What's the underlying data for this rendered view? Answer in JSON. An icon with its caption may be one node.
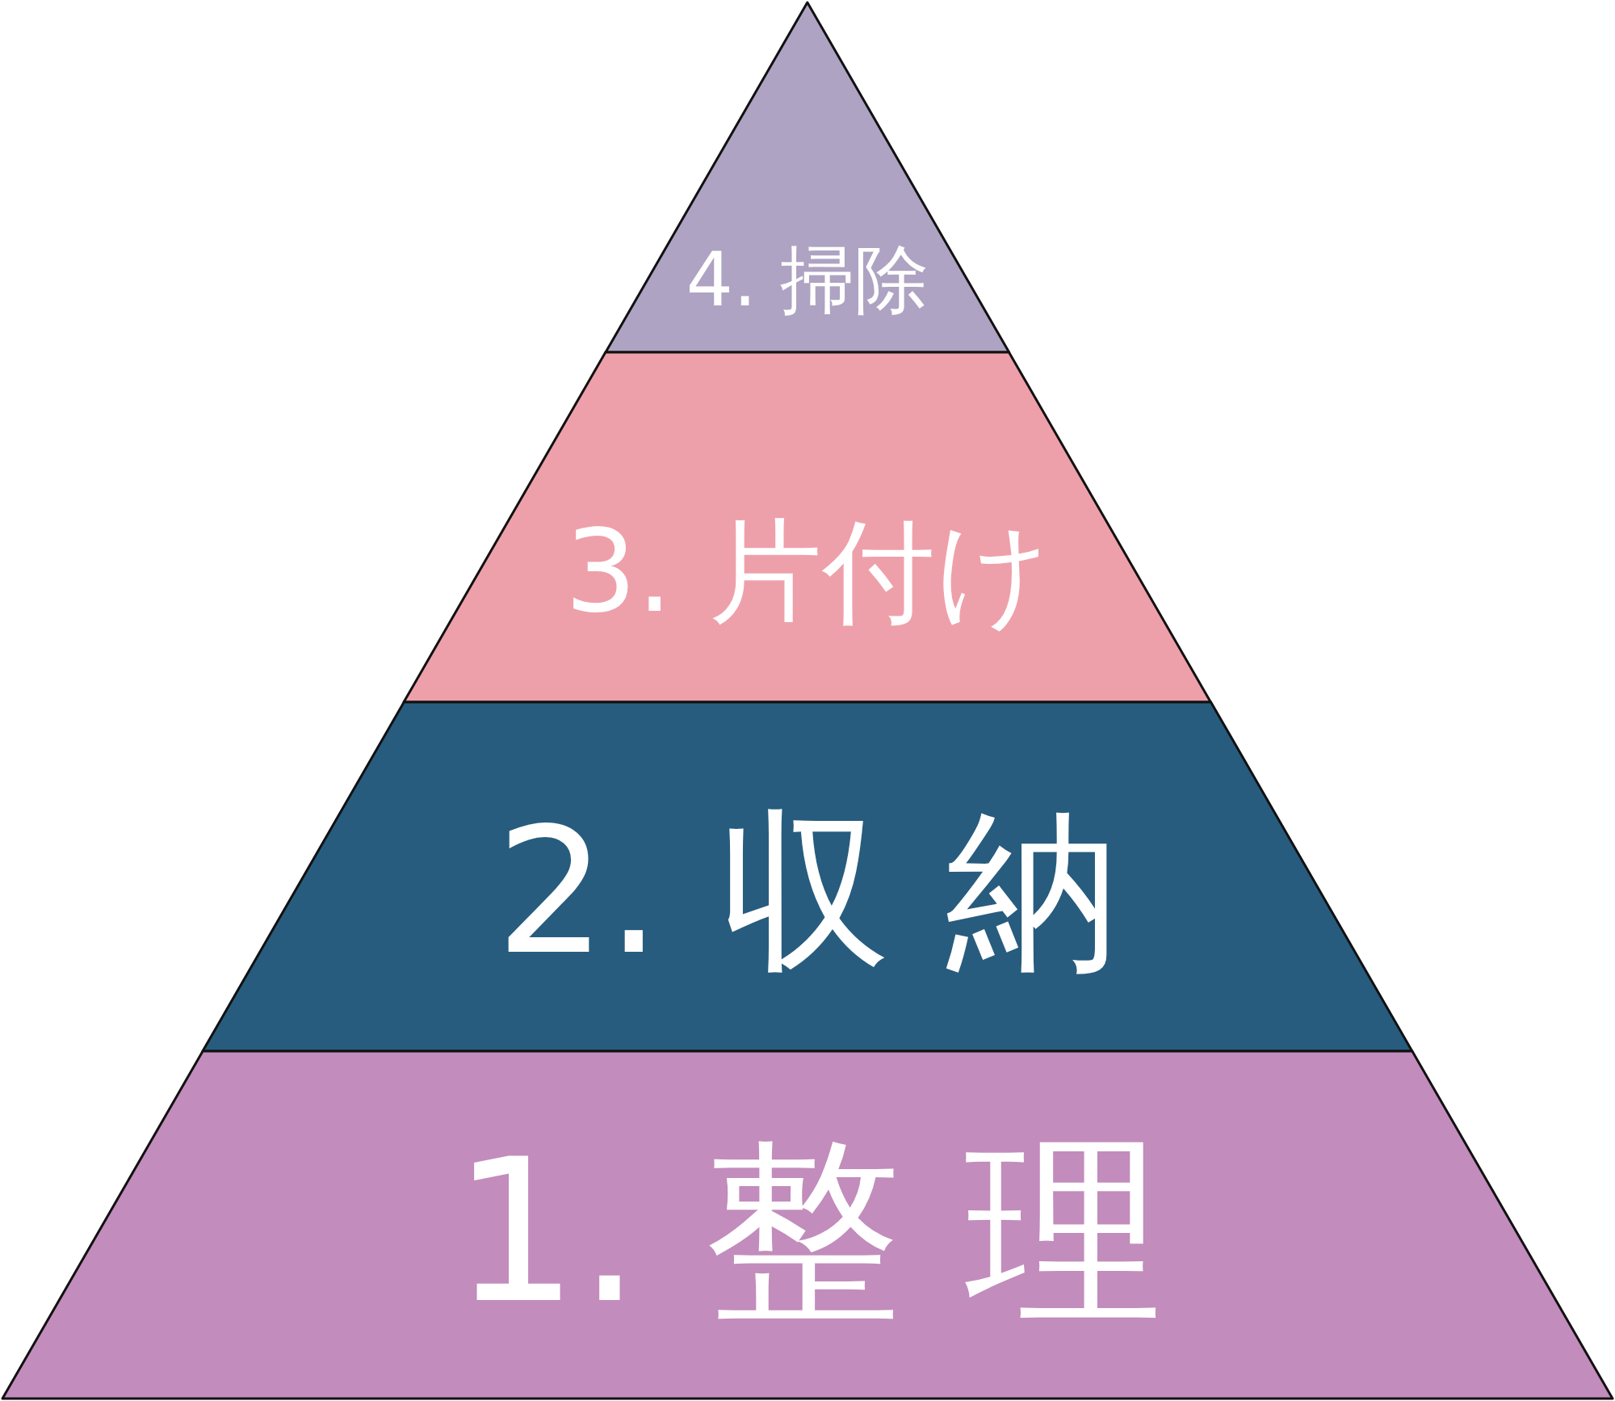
{
  "diagram": {
    "nodes": [
      {
        "text": [
          "4. 掃除"
        ]
      },
      {
        "text": [
          "3. 片付け"
        ]
      },
      {
        "text": [
          "2. 収 納"
        ]
      },
      {
        "text": [
          "1. 整 理"
        ]
      }
    ]
  }
}
